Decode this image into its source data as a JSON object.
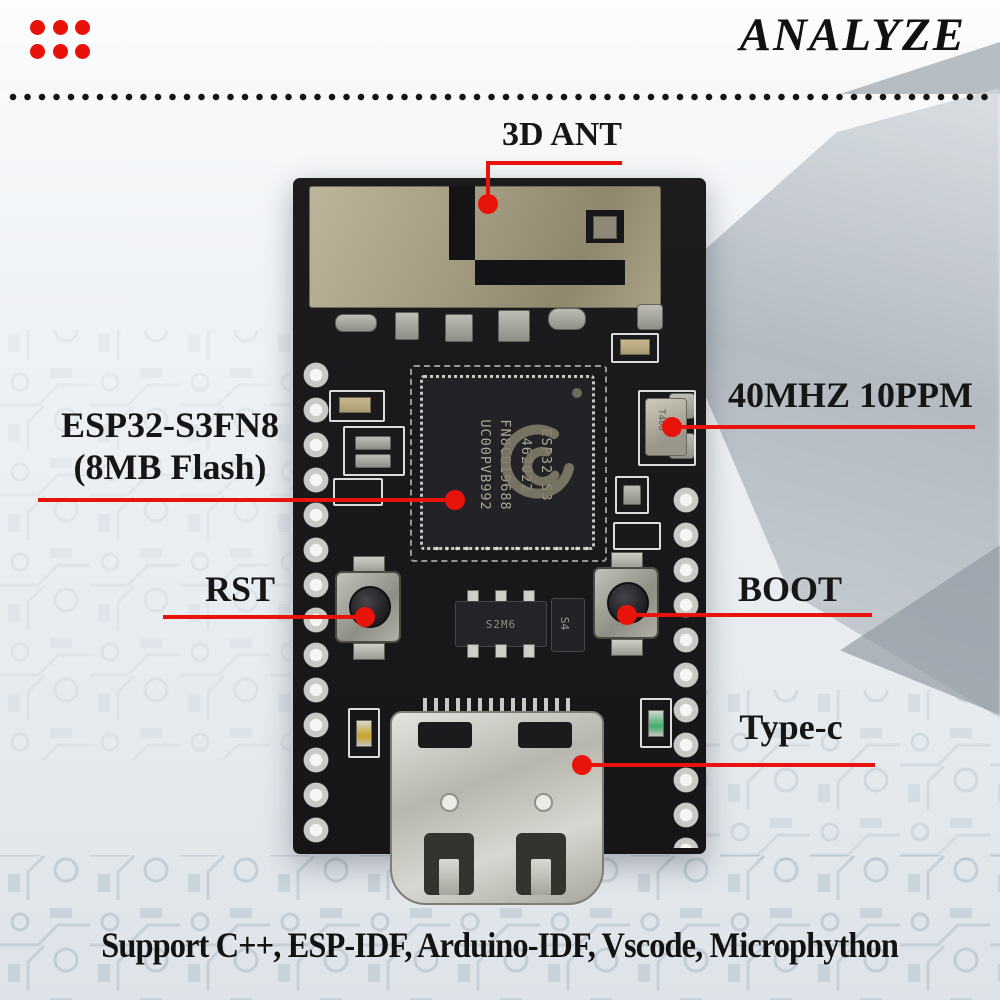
{
  "page": {
    "title": "ANALYZE",
    "footer": "Support C++, ESP-IDF, Arduino-IDF, Vscode, Microphython"
  },
  "colors": {
    "accent_red": "#e8130b",
    "pcb": "#1b1b1d",
    "antenna_brass": "#a39b7f"
  },
  "decor": {
    "red_dot_grid": {
      "rows": 2,
      "cols": 3,
      "color": "#e8120b"
    },
    "separator": "black-dotted-line"
  },
  "callouts": {
    "ant": {
      "label": "3D ANT"
    },
    "chip": {
      "label_line1": "ESP32-S3FN8",
      "label_line2": "(8MB Flash)"
    },
    "crystal": {
      "label": "40MHZ 10PPM"
    },
    "rst": {
      "label": "RST"
    },
    "boot": {
      "label": "BOOT"
    },
    "usb": {
      "label": "Type-c"
    }
  },
  "board": {
    "chip_marking": [
      "ESP32-S3",
      "462022",
      "FN8C019688",
      "UC00PVB992"
    ],
    "regulator_marking": "S2M6",
    "diode_marking": "S4",
    "crystal_marking": "T400"
  }
}
